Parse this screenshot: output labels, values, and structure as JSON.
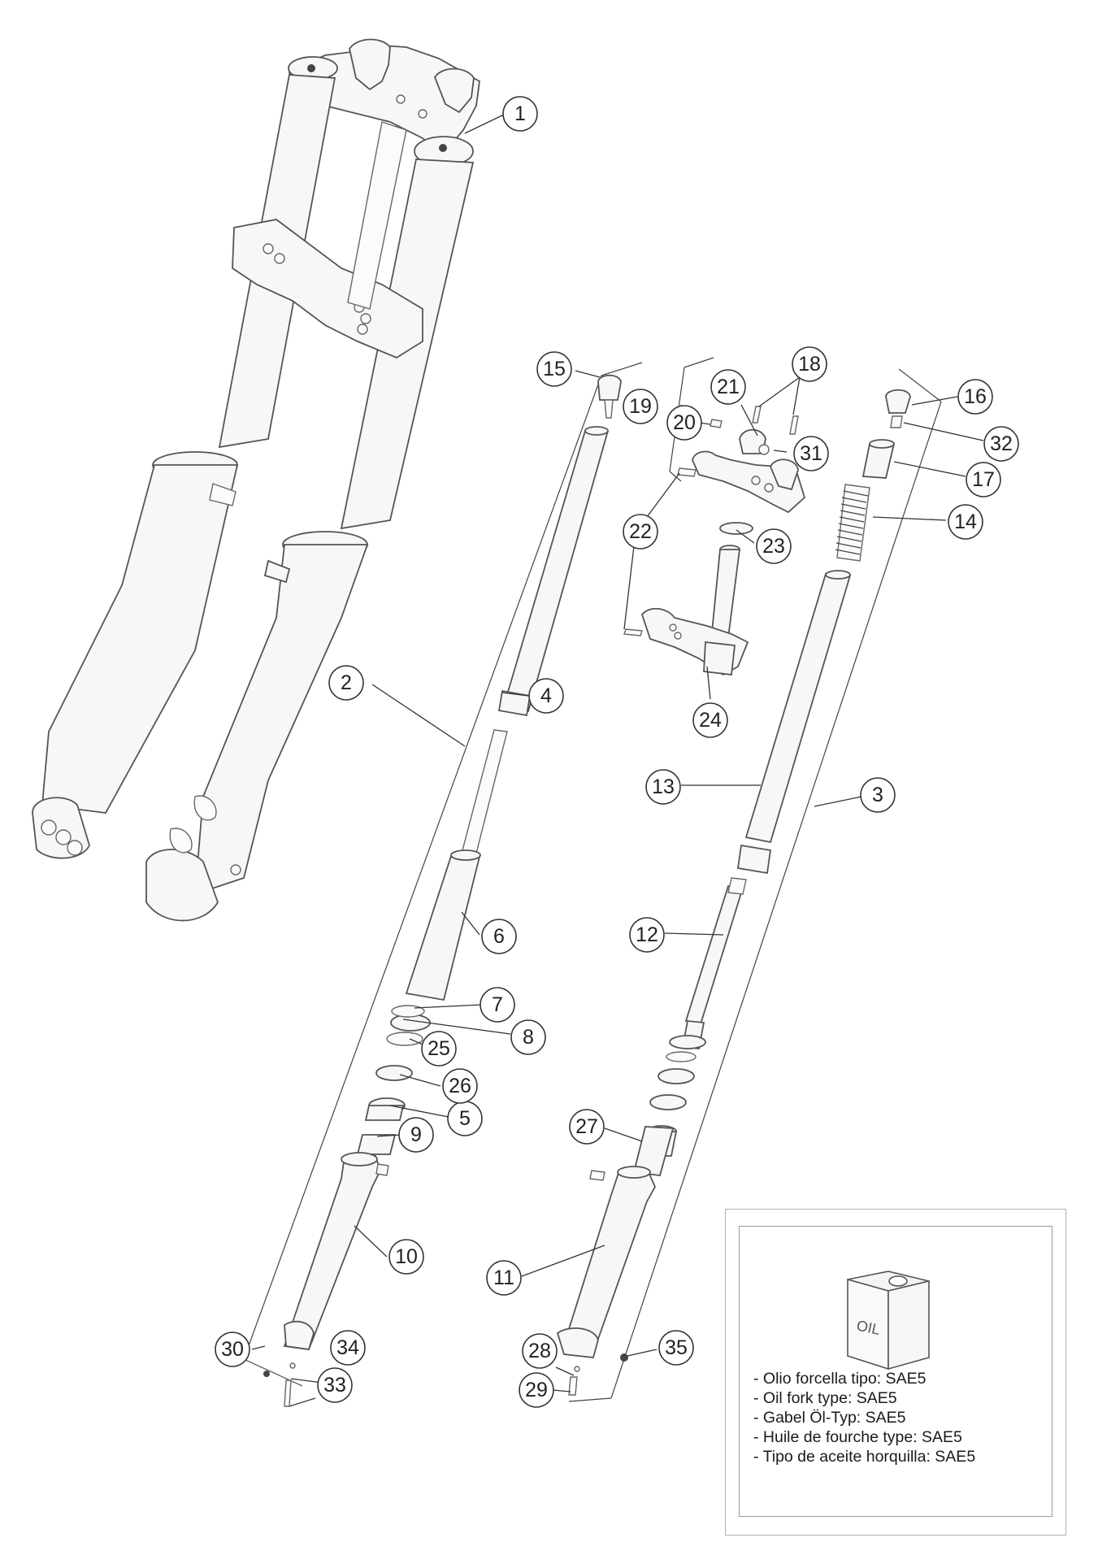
{
  "callouts": {
    "c1": "1",
    "c2": "2",
    "c3": "3",
    "c4": "4",
    "c5": "5",
    "c6": "6",
    "c7": "7",
    "c8": "8",
    "c9": "9",
    "c10": "10",
    "c11": "11",
    "c12": "12",
    "c13": "13",
    "c14": "14",
    "c15": "15",
    "c16": "16",
    "c17": "17",
    "c18": "18",
    "c19": "19",
    "c20": "20",
    "c21": "21",
    "c22": "22",
    "c23": "23",
    "c24": "24",
    "c25": "25",
    "c26": "26",
    "c27": "27",
    "c28": "28",
    "c29": "29",
    "c30": "30",
    "c31": "31",
    "c32": "32",
    "c33": "33",
    "c34": "34",
    "c35": "35"
  },
  "oil_box": {
    "can_label": "OIL",
    "lines": [
      "- Olio forcella tipo: SAE5",
      "- Oil fork type: SAE5",
      "- Gabel Öl-Typ: SAE5",
      "- Huile de fourche type: SAE5",
      "- Tipo de aceite horquilla: SAE5"
    ]
  }
}
